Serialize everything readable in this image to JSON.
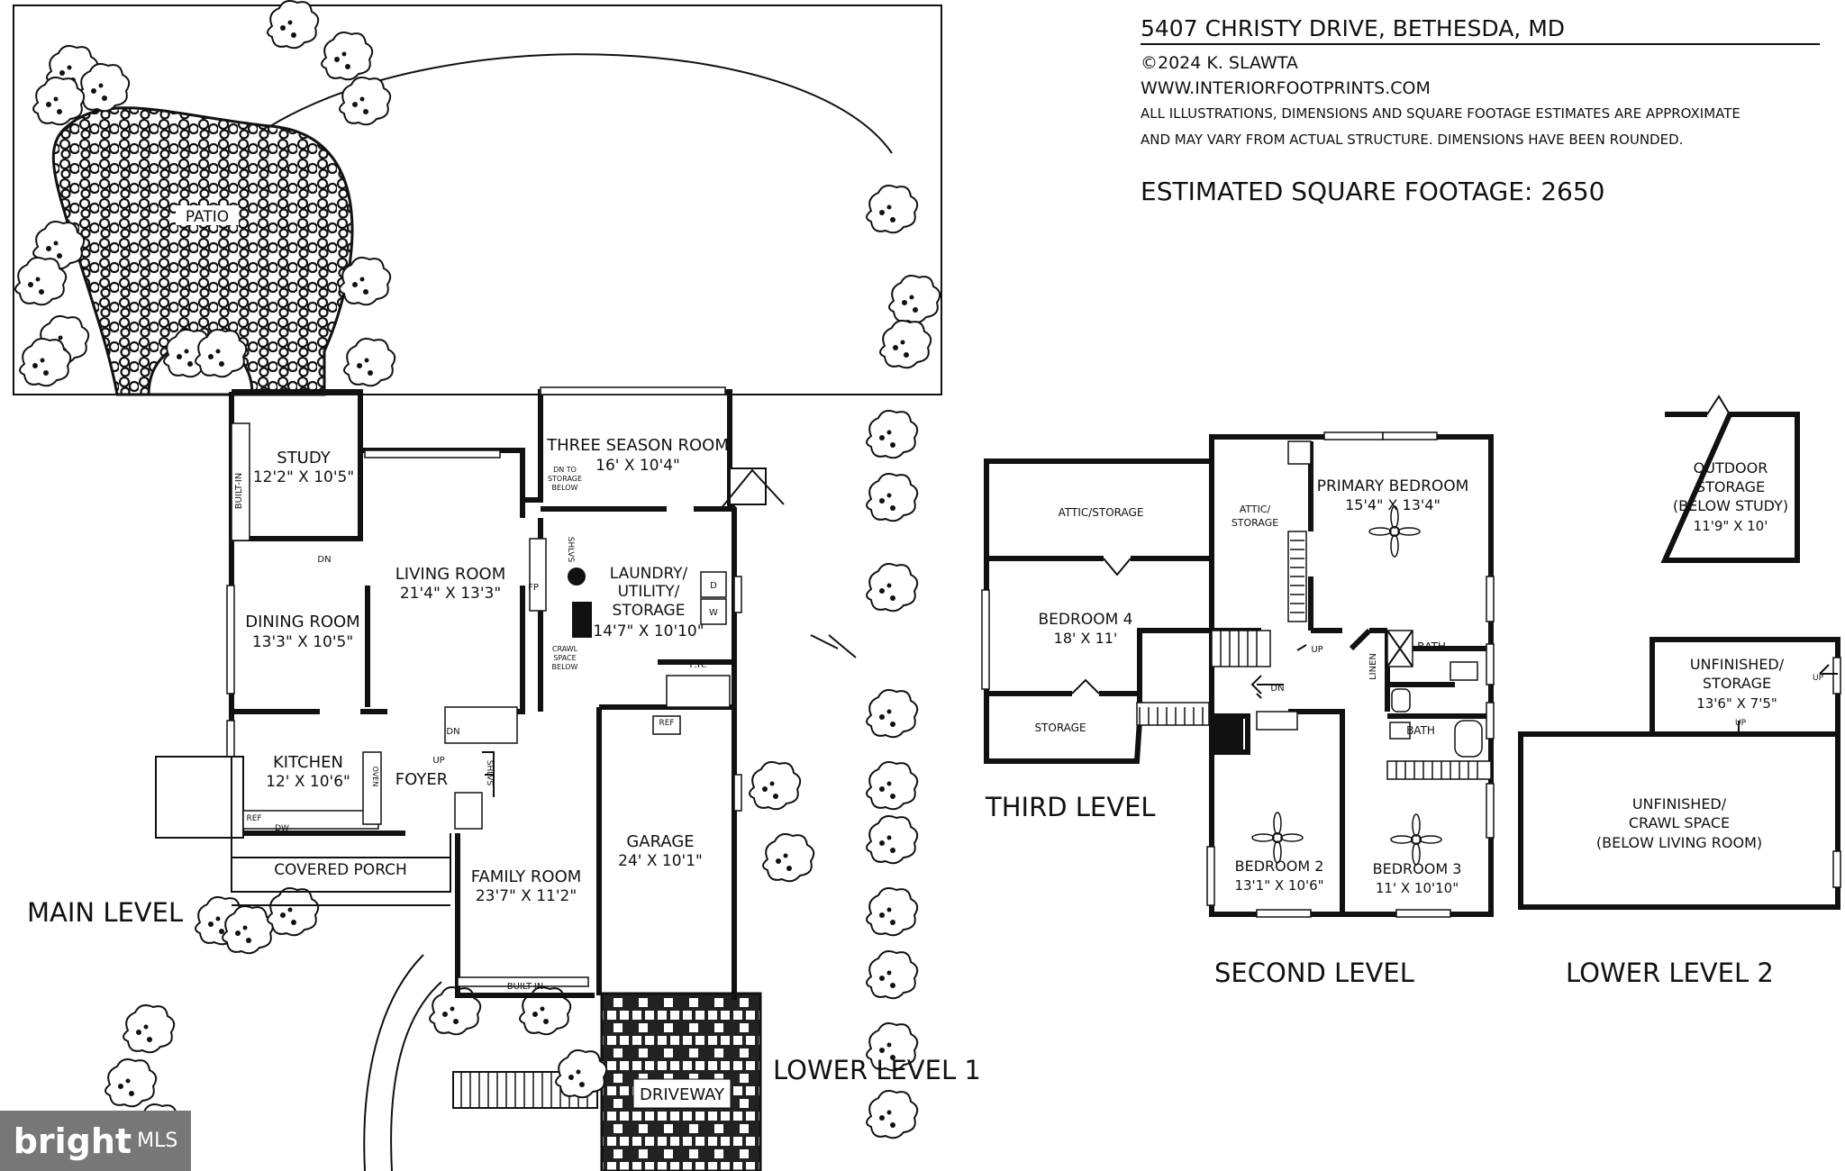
{
  "header": {
    "address": "5407 CHRISTY DRIVE, BETHESDA, MD",
    "copyright": "©2024 K. SLAWTA",
    "website": "WWW.INTERIORFOOTPRINTS.COM",
    "disclaimer_line1": "ALL ILLUSTRATIONS, DIMENSIONS AND SQUARE FOOTAGE ESTIMATES ARE APPROXIMATE",
    "disclaimer_line2": "AND MAY VARY FROM ACTUAL STRUCTURE. DIMENSIONS HAVE BEEN ROUNDED.",
    "square_footage": "ESTIMATED SQUARE FOOTAGE: 2650"
  },
  "levels": {
    "main": "MAIN LEVEL",
    "lower1": "LOWER LEVEL 1",
    "third": "THIRD LEVEL",
    "second": "SECOND LEVEL",
    "lower2": "LOWER LEVEL 2"
  },
  "site": {
    "patio": "PATIO",
    "covered_porch": "COVERED PORCH",
    "driveway": "DRIVEWAY"
  },
  "main_level": {
    "study": {
      "name": "STUDY",
      "dim": "12'2\" X 10'5\""
    },
    "living": {
      "name": "LIVING ROOM",
      "dim": "21'4\" X 13'3\""
    },
    "three_season": {
      "name": "THREE SEASON ROOM",
      "dim": "16' X 10'4\""
    },
    "dining": {
      "name": "DINING ROOM",
      "dim": "13'3\" X 10'5\""
    },
    "kitchen": {
      "name": "KITCHEN",
      "dim": "12' X 10'6\""
    },
    "foyer": "FOYER",
    "laundry": {
      "name1": "LAUNDRY/",
      "name2": "UTILITY/",
      "name3": "STORAGE",
      "dim": "14'7\" X 10'10\""
    },
    "family": {
      "name": "FAMILY ROOM",
      "dim": "23'7\" X 11'2\""
    },
    "garage": {
      "name": "GARAGE",
      "dim": "24' X 10'1\""
    },
    "small": {
      "built_in": "BUILT-IN",
      "built_in2": "BUILT-IN",
      "dn": "DN",
      "dn2": "DN",
      "up": "UP",
      "fp": "FP",
      "shlvs": "SHLVS",
      "shlvs2": "SHLVS",
      "dn_storage1": "DN TO",
      "dn_storage2": "STORAGE",
      "dn_storage3": "BELOW",
      "crawl1": "CRAWL",
      "crawl2": "SPACE",
      "crawl3": "BELOW",
      "ref": "REF",
      "ref2": "REF",
      "dw": "DW",
      "oven": "OVEN",
      "d": "D",
      "w": "W",
      "pr": "P.R."
    }
  },
  "third_level": {
    "attic": "ATTIC/STORAGE",
    "bedroom4": {
      "name": "BEDROOM 4",
      "dim": "18' X 11'"
    },
    "storage": "STORAGE"
  },
  "second_level": {
    "attic1": "ATTIC/",
    "attic2": "STORAGE",
    "primary": {
      "name": "PRIMARY BEDROOM",
      "dim": "15'4\" X 13'4\""
    },
    "bath1": "BATH",
    "bath2": "BATH",
    "linen": "LINEN",
    "up": "UP",
    "dn": "DN",
    "bedroom2": {
      "name": "BEDROOM 2",
      "dim": "13'1\" X 10'6\""
    },
    "bedroom3": {
      "name": "BEDROOM 3",
      "dim": "11' X 10'10\""
    }
  },
  "lower2_level": {
    "outdoor1": "OUTDOOR",
    "outdoor2": "STORAGE",
    "outdoor3": "(BELOW STUDY)",
    "outdoor_dim": "11'9\" X 10'",
    "unfinished_storage1": "UNFINISHED/",
    "unfinished_storage2": "STORAGE",
    "unfinished_storage_dim": "13'6\" X 7'5\"",
    "up": "UP",
    "up2": "UP",
    "crawl1": "UNFINISHED/",
    "crawl2": "CRAWL SPACE",
    "crawl3": "(BELOW LIVING ROOM)"
  },
  "badge": {
    "brand": "bright",
    "suffix": "MLS"
  }
}
